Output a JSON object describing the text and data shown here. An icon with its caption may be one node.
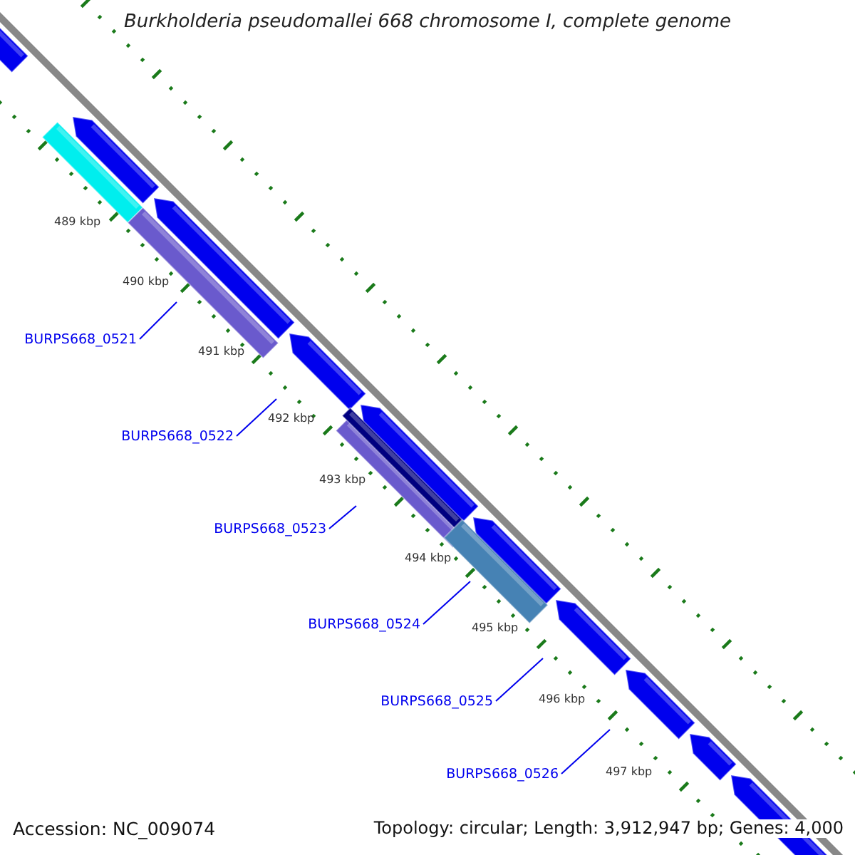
{
  "diagram": {
    "title": "Burkholderia pseudomallei 668 chromosome I, complete genome",
    "nodes": [
      {
        "text": [
          "BURPS668_0521"
        ]
      },
      {
        "text": [
          "BURPS668_0522"
        ]
      },
      {
        "text": [
          "BURPS668_0523"
        ]
      },
      {
        "text": [
          "BURPS668_0524"
        ]
      },
      {
        "text": [
          "BURPS668_0525"
        ]
      },
      {
        "text": [
          "BURPS668_0526"
        ]
      }
    ],
    "edges": [
      {
        "from": 0,
        "to": null,
        "arrow": "none"
      },
      {
        "from": 1,
        "to": null,
        "arrow": "none"
      },
      {
        "from": 2,
        "to": null,
        "arrow": "none"
      },
      {
        "from": 3,
        "to": null,
        "arrow": "none"
      },
      {
        "from": 4,
        "to": null,
        "arrow": "none"
      },
      {
        "from": 5,
        "to": null,
        "arrow": "none"
      }
    ],
    "labels": [
      "489 kbp",
      "490 kbp",
      "491 kbp",
      "492 kbp",
      "493 kbp",
      "494 kbp",
      "495 kbp",
      "496 kbp",
      "497 kbp",
      "Accession: NC_009074",
      "Topology: circular; Length: 3,912,947 bp; Genes: 4,000"
    ]
  }
}
